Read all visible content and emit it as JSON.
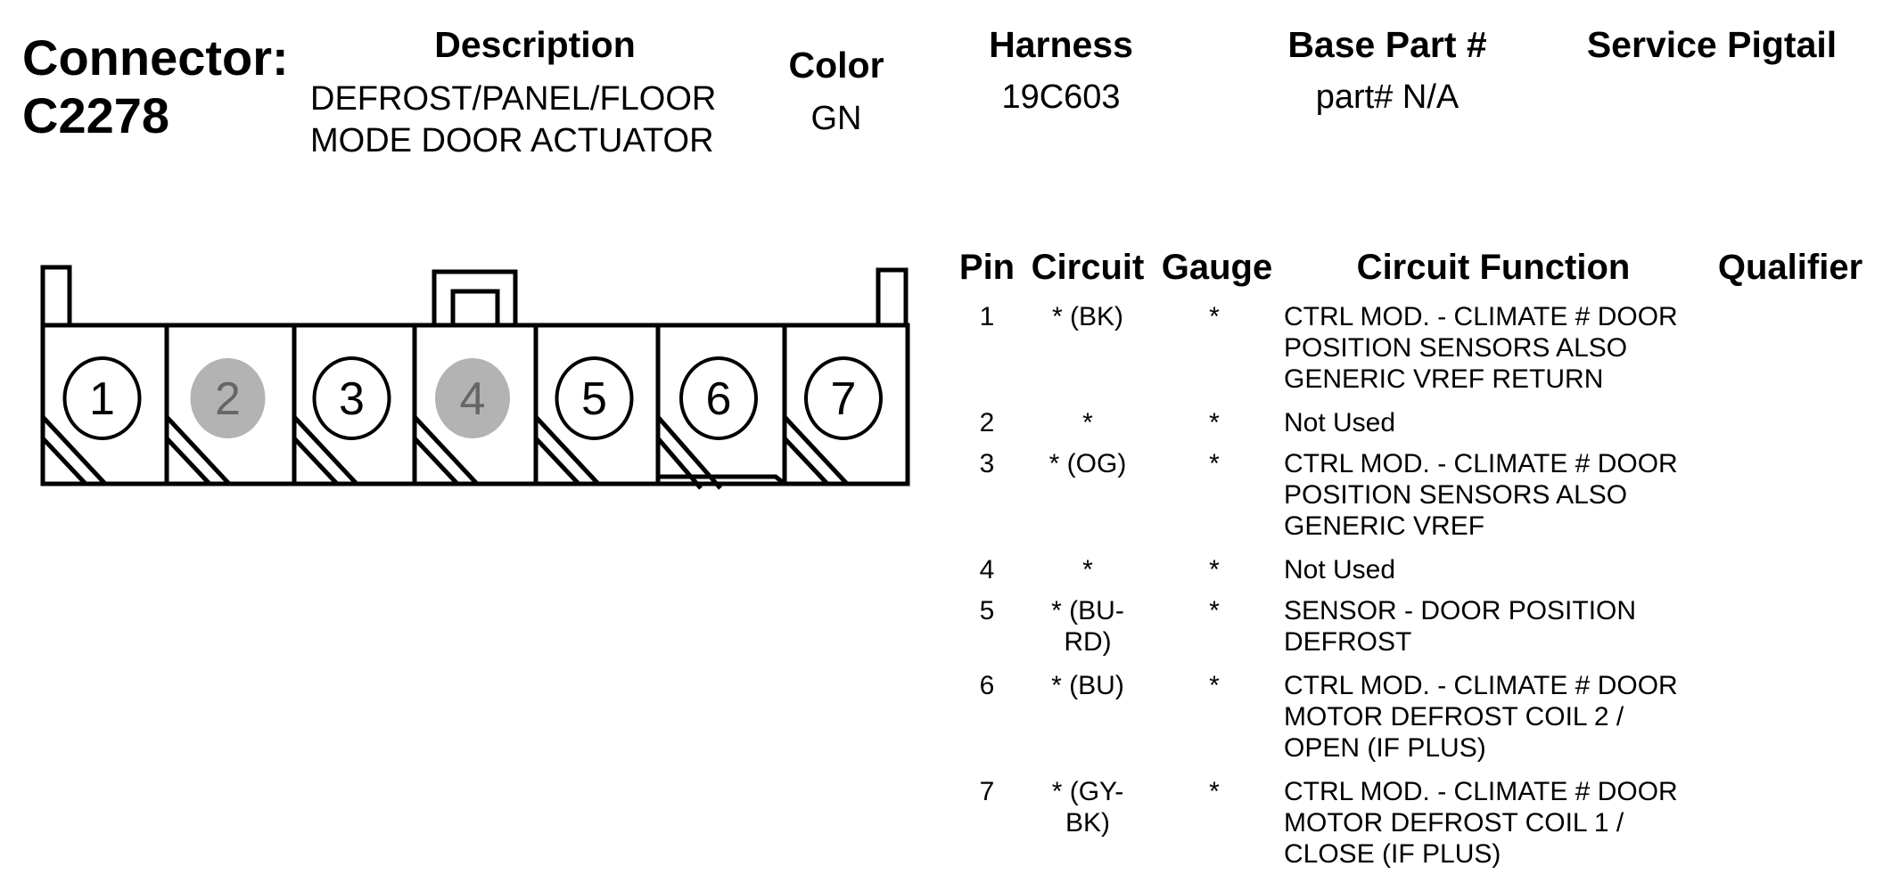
{
  "header": {
    "connector_label": "Connector:",
    "connector_id": "C2278",
    "description_header": "Description",
    "description_lines": [
      "DEFROST/PANEL/FLOOR",
      "MODE DOOR ACTUATOR"
    ],
    "color_header": "Color",
    "color_value": "GN",
    "harness_header": "Harness",
    "harness_value": "19C603",
    "base_part_header": "Base Part #",
    "base_part_value": "part# N/A",
    "service_pigtail_header": "Service Pigtail"
  },
  "connector": {
    "pins": [
      {
        "number": "1",
        "used": true
      },
      {
        "number": "2",
        "used": false
      },
      {
        "number": "3",
        "used": true
      },
      {
        "number": "4",
        "used": false
      },
      {
        "number": "5",
        "used": true
      },
      {
        "number": "6",
        "used": true
      },
      {
        "number": "7",
        "used": true
      }
    ],
    "colors": {
      "line": "#000000",
      "unused_fill": "#b3b3b3",
      "unused_text": "#666666"
    }
  },
  "pin_table": {
    "columns": [
      "Pin",
      "Circuit",
      "Gauge",
      "Circuit Function",
      "Qualifier"
    ],
    "rows": [
      {
        "pin": "1",
        "circuit": [
          "* (BK)"
        ],
        "gauge": "*",
        "function": "CTRL MOD. - CLIMATE # DOOR\nPOSITION SENSORS ALSO\nGENERIC VREF RETURN",
        "qualifier": ""
      },
      {
        "pin": "2",
        "circuit": [
          "*"
        ],
        "gauge": "*",
        "function": "Not Used",
        "qualifier": ""
      },
      {
        "pin": "3",
        "circuit": [
          "* (OG)"
        ],
        "gauge": "*",
        "function": "CTRL MOD. - CLIMATE # DOOR\nPOSITION SENSORS ALSO\nGENERIC VREF",
        "qualifier": ""
      },
      {
        "pin": "4",
        "circuit": [
          "*"
        ],
        "gauge": "*",
        "function": "Not Used",
        "qualifier": ""
      },
      {
        "pin": "5",
        "circuit": [
          "* (BU-",
          "RD)"
        ],
        "gauge": "*",
        "function": "SENSOR - DOOR POSITION\nDEFROST",
        "qualifier": ""
      },
      {
        "pin": "6",
        "circuit": [
          "* (BU)"
        ],
        "gauge": "*",
        "function": "CTRL MOD. - CLIMATE # DOOR\nMOTOR DEFROST COIL 2 /\nOPEN (IF PLUS)",
        "qualifier": ""
      },
      {
        "pin": "7",
        "circuit": [
          "* (GY-",
          "BK)"
        ],
        "gauge": "*",
        "function": "CTRL MOD. - CLIMATE # DOOR\nMOTOR DEFROST COIL 1 /\nCLOSE (IF PLUS)",
        "qualifier": ""
      }
    ]
  }
}
